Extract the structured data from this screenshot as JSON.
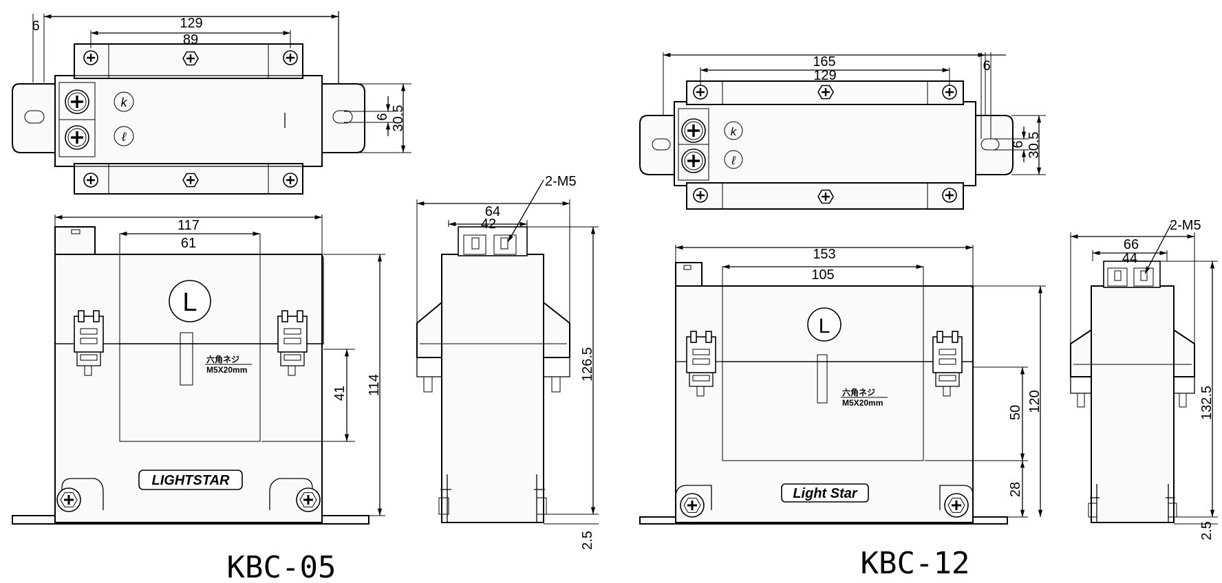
{
  "left": {
    "model": "KBC-05",
    "top_view": {
      "width": "129",
      "inner": "89",
      "hole": "6",
      "slot": "6",
      "depth": "30.5"
    },
    "front_view": {
      "width": "117",
      "window": "61",
      "window_h": "41",
      "height": "114",
      "screw_note_1": "六角ネジ",
      "screw_note_2": "M5X20mm",
      "logo": "LIGHTSTAR",
      "mark": "L"
    },
    "side_view": {
      "width": "64",
      "terminal": "42",
      "terminal_label": "2-M5",
      "height": "126.5",
      "base": "2.5"
    },
    "terminal_marks": [
      "k",
      "ℓ"
    ]
  },
  "right": {
    "model": "KBC-12",
    "top_view": {
      "width": "165",
      "inner": "129",
      "hole": "6",
      "slot": "6",
      "depth": "30.5"
    },
    "front_view": {
      "width": "153",
      "window": "105",
      "window_h": "50",
      "height": "120",
      "lower": "28",
      "screw_note_1": "六角ネジ",
      "screw_note_2": "M5X20mm",
      "logo": "Light Star",
      "mark": "L"
    },
    "side_view": {
      "width": "66",
      "terminal": "44",
      "terminal_label": "2-M5",
      "height": "132.5",
      "base": "2.5"
    },
    "terminal_marks": [
      "k",
      "ℓ"
    ]
  }
}
